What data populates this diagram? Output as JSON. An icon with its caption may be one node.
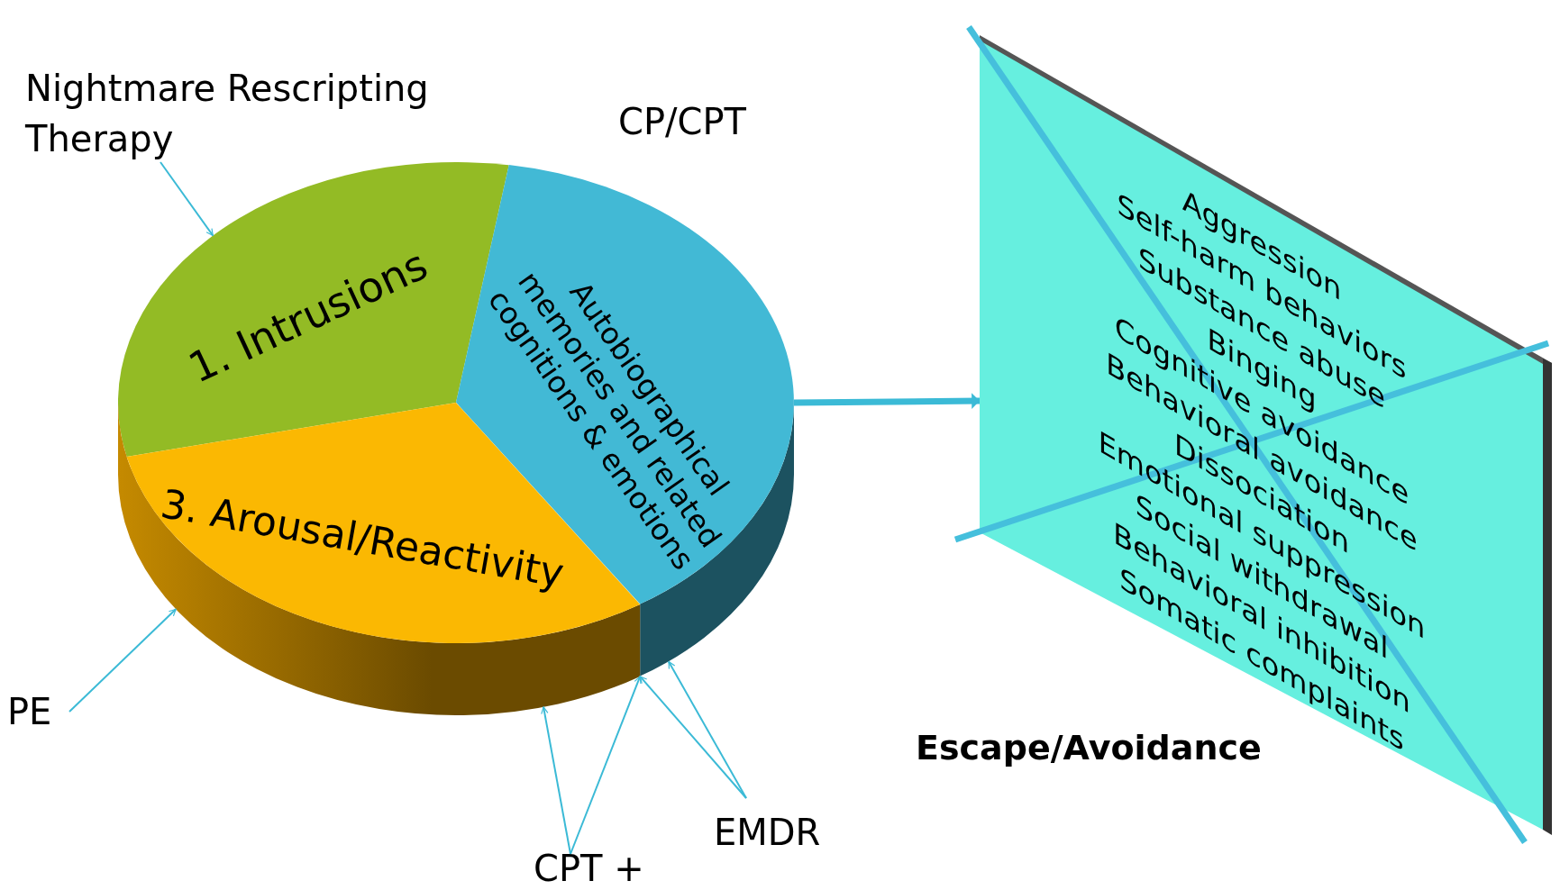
{
  "diagram": {
    "nodes": [
      {
        "text": [
          "Nightmare Rescripting Therapy"
        ]
      },
      {
        "text": [
          "1. Intrusions"
        ]
      },
      {
        "text": [
          "Autobiographical memories and related cognitions & emotions"
        ],
        "beside": [
          "CP/CPT"
        ]
      },
      {
        "text": [
          "3. Arousal/Reactivity"
        ]
      },
      {
        "text": [
          "Aggression",
          "Self-harm behaviors",
          "Substance abuse",
          "Binging",
          "Cognitive avoidance",
          "Behavioral avoidance",
          "Dissociation",
          "Emotional suppression",
          "Social withdrawal",
          "Behavioral inhibition",
          "Somatic complaints",
          "Escape/Avoidance"
        ]
      },
      {
        "text": [
          "PE"
        ]
      },
      {
        "text": [
          "CPT +"
        ]
      },
      {
        "text": [
          "EMDR"
        ]
      }
    ],
    "edges": [
      {
        "from": 0,
        "to": 1,
        "arrow": "to"
      },
      {
        "from": 2,
        "to": 4,
        "arrow": "to",
        "style": "thick"
      },
      {
        "from": 5,
        "to": 3,
        "arrow": "to"
      },
      {
        "from": 6,
        "to": 3,
        "arrow": "to"
      },
      {
        "from": 6,
        "to": 2,
        "arrow": "to"
      },
      {
        "from": 7,
        "to": 3,
        "arrow": "to"
      },
      {
        "from": 7,
        "to": 2,
        "arrow": "to"
      }
    ]
  }
}
